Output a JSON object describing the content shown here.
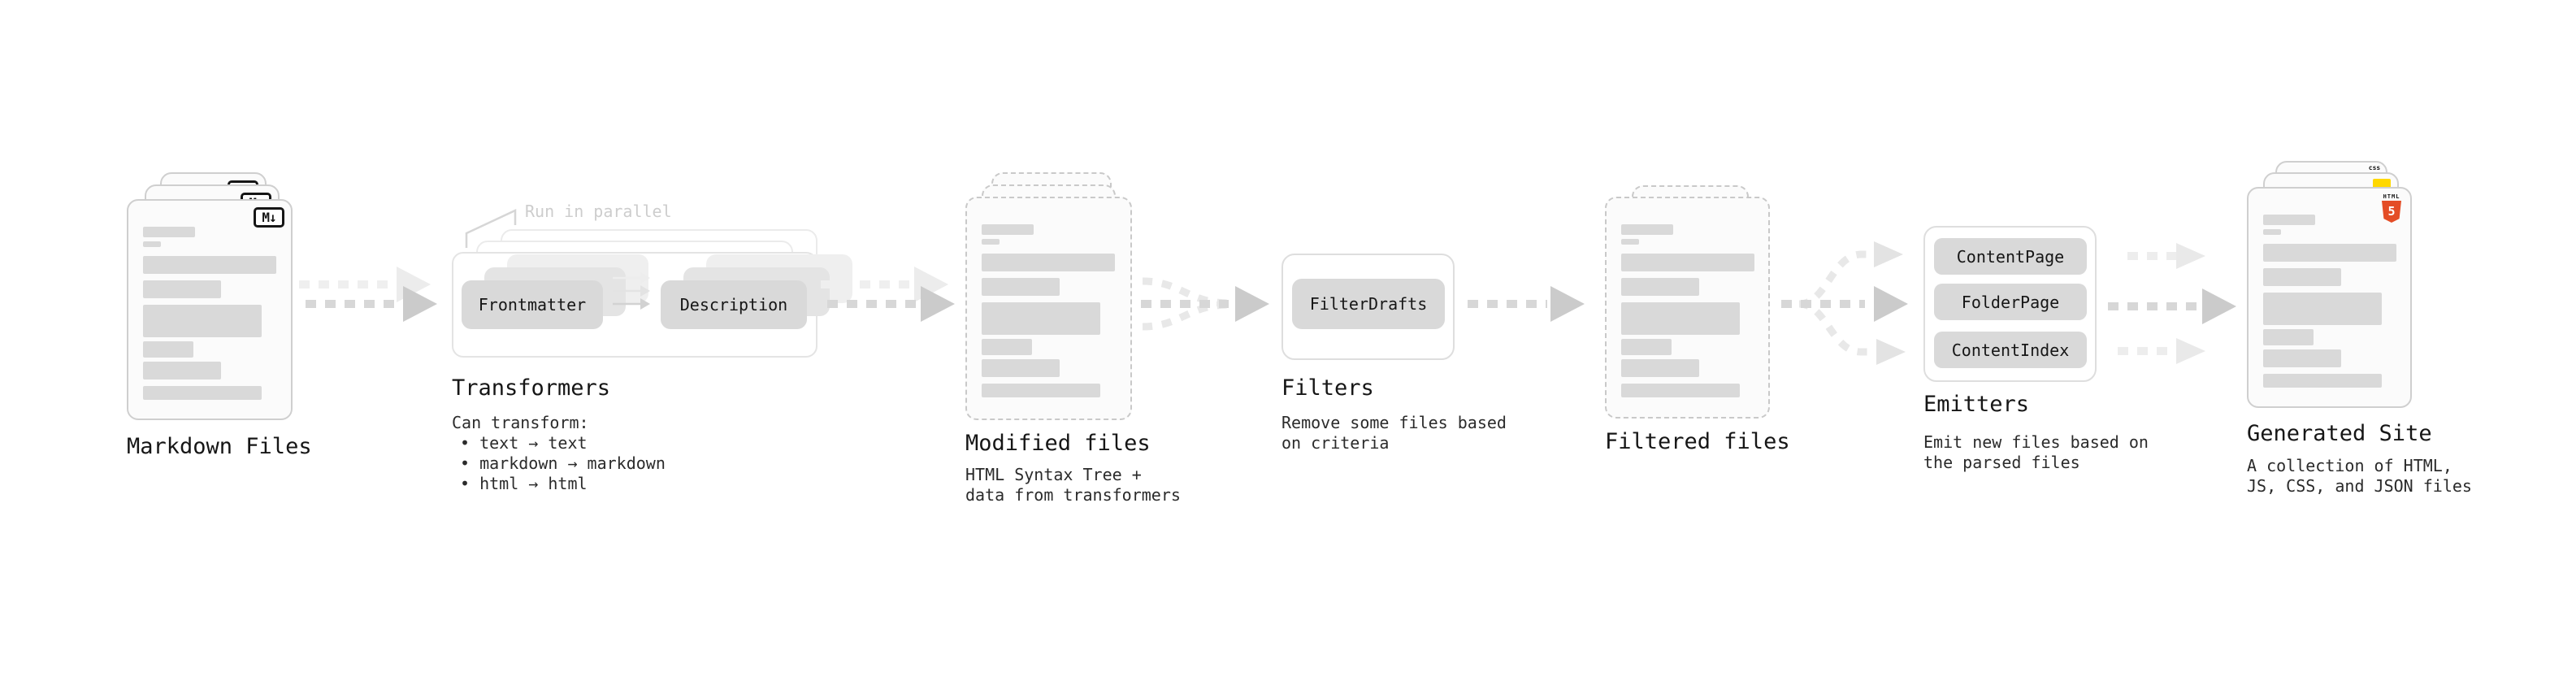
{
  "markdown_files": {
    "title": "Markdown Files",
    "badge": "M↓"
  },
  "transformers": {
    "title": "Transformers",
    "annotation": "Run in parallel",
    "buttons": [
      "Frontmatter",
      "Description"
    ],
    "desc": [
      "Can transform:",
      "• text → text",
      "• markdown → markdown",
      "• html → html"
    ]
  },
  "modified_files": {
    "title": "Modified files",
    "desc": [
      "HTML Syntax Tree +",
      "data from transformers"
    ]
  },
  "filters": {
    "title": "Filters",
    "button": "FilterDrafts",
    "desc": [
      "Remove some files based",
      "on criteria"
    ]
  },
  "filtered_files": {
    "title": "Filtered files"
  },
  "emitters": {
    "title": "Emitters",
    "buttons": [
      "ContentPage",
      "FolderPage",
      "ContentIndex"
    ],
    "desc": [
      "Emit new files based on",
      "the parsed files"
    ]
  },
  "generated_site": {
    "title": "Generated Site",
    "desc": [
      "A collection of HTML,",
      "JS, CSS, and JSON files"
    ],
    "html5_badge": {
      "top": "HTML",
      "number": "5"
    },
    "css_badge": "css"
  },
  "colors": {
    "card_border": "#cfcfcf",
    "dashed_border": "#c9c9c9",
    "skeleton_gray": "#d9d9d9",
    "button_gray": "#d9d9d9",
    "arrow_gray": "#d7d7d7",
    "arrow_head": "#cbcbcb",
    "html5_orange": "#e44d26",
    "css_blue": "#2764e7",
    "js_yellow": "#ffd800"
  }
}
